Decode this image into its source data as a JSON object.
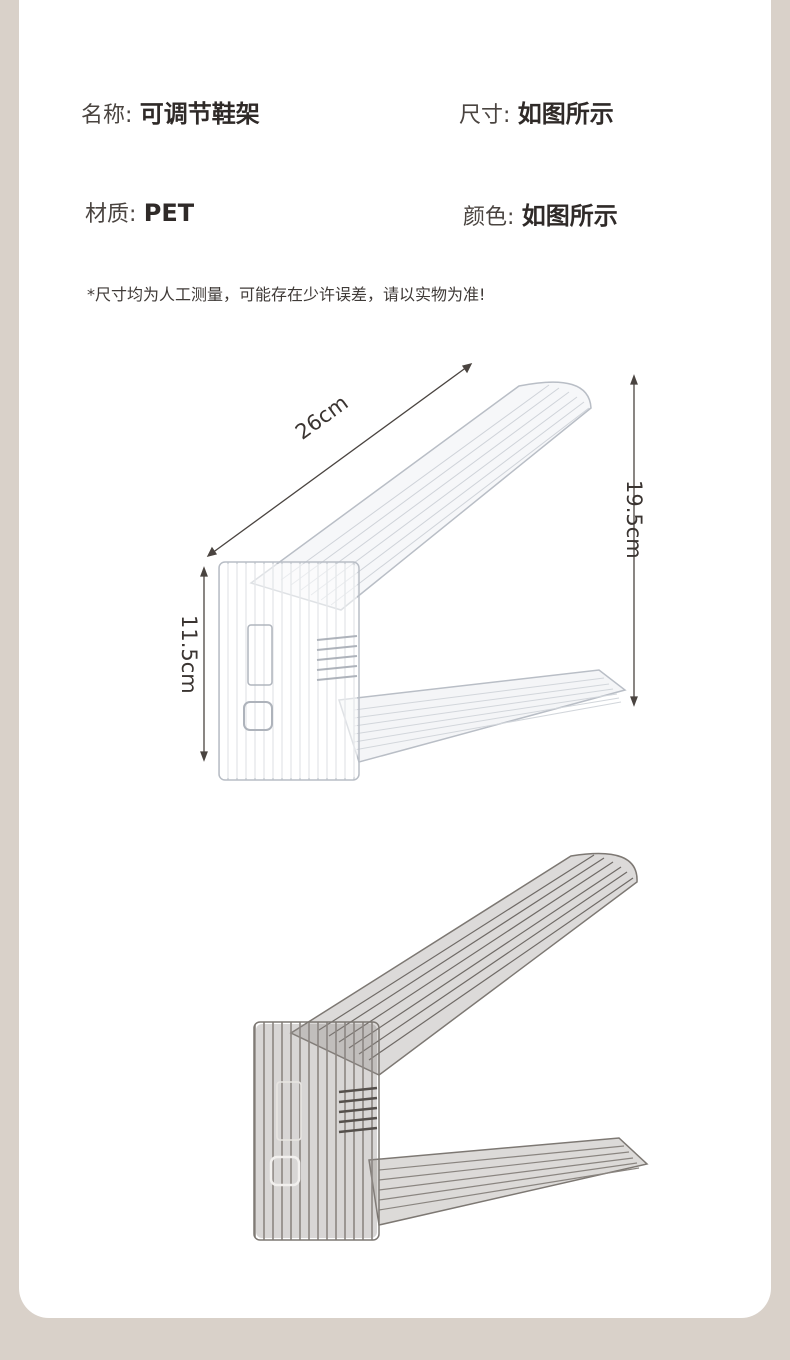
{
  "specs": {
    "name_label": "名称:",
    "name_value": "可调节鞋架",
    "size_label": "尺寸:",
    "size_value": "如图所示",
    "material_label": "材质:",
    "material_value": "PET",
    "color_label": "颜色:",
    "color_value": "如图所示"
  },
  "note": "*尺寸均为人工测量，可能存在少许误差，请以实物为准!",
  "dimensions": {
    "length": "26cm",
    "height_total": "19.5cm",
    "height_low": "11.5cm"
  },
  "colors": {
    "background": "#d9d1c9",
    "card": "#ffffff",
    "product_clear": "#c9cdd3",
    "product_smoke": "#6f6a66"
  }
}
